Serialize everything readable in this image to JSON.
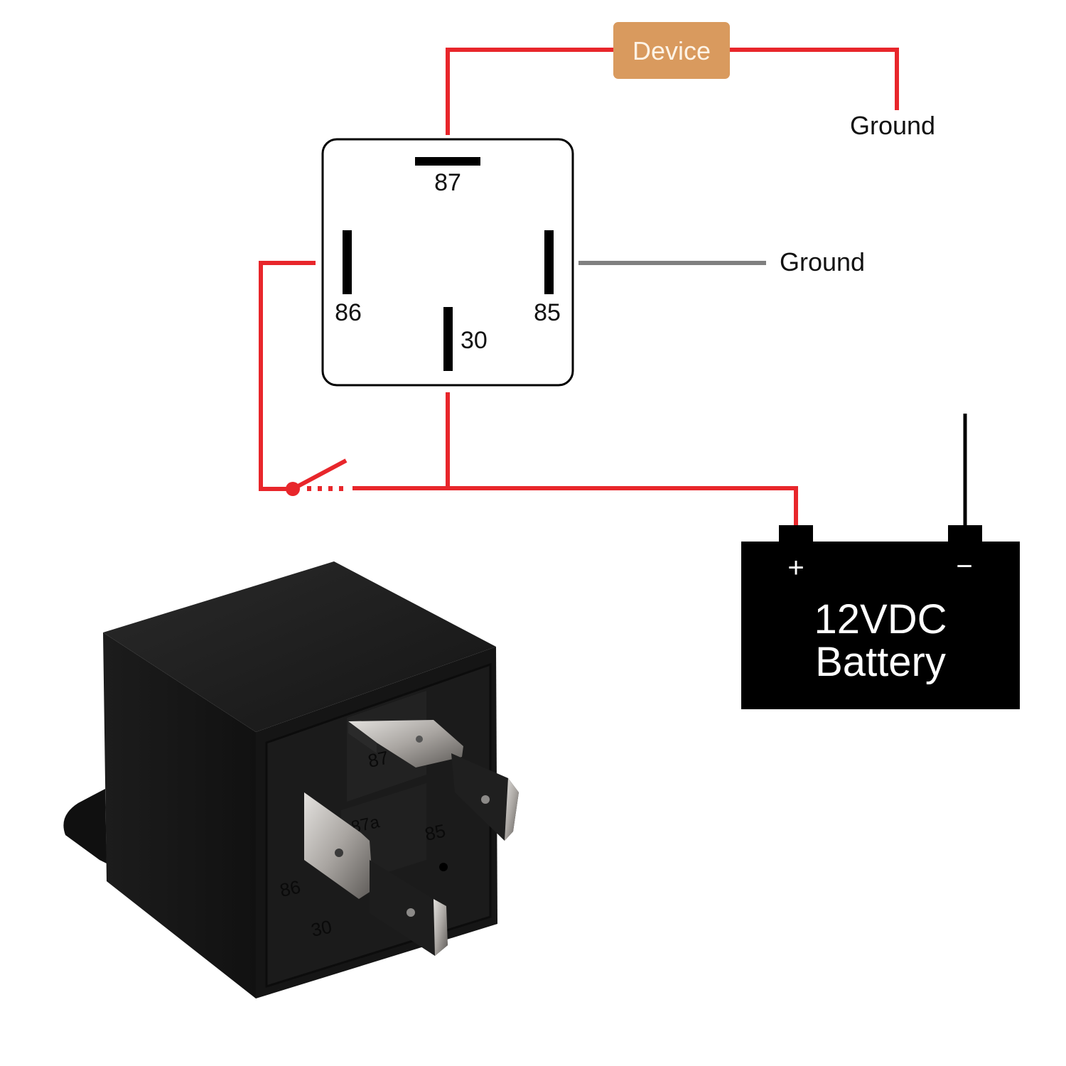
{
  "diagram": {
    "title": "4-pin relay wiring diagram",
    "colors": {
      "wire_positive": "#e8262b",
      "wire_ground": "#808080",
      "wire_negative": "#000000",
      "device_box": "#d99a5e",
      "device_text": "#fdf3e6",
      "battery_body": "#000000",
      "relay_body": "#1a1a1a",
      "terminal_metal": "#b9b6b2"
    },
    "device": {
      "label": "Device"
    },
    "grounds": [
      {
        "id": "device-ground",
        "label": "Ground"
      },
      {
        "id": "coil-ground",
        "label": "Ground"
      }
    ],
    "relay_symbol": {
      "pins": [
        {
          "id": "87",
          "label": "87"
        },
        {
          "id": "86",
          "label": "86"
        },
        {
          "id": "85",
          "label": "85"
        },
        {
          "id": "30",
          "label": "30"
        }
      ]
    },
    "switch": {
      "state": "open"
    },
    "battery": {
      "positive_label": "+",
      "negative_label": "−",
      "line1": "12VDC",
      "line2": "Battery"
    },
    "relay_photo": {
      "terminal_markings": [
        "87",
        "87a",
        "85",
        "86",
        "30"
      ]
    }
  }
}
